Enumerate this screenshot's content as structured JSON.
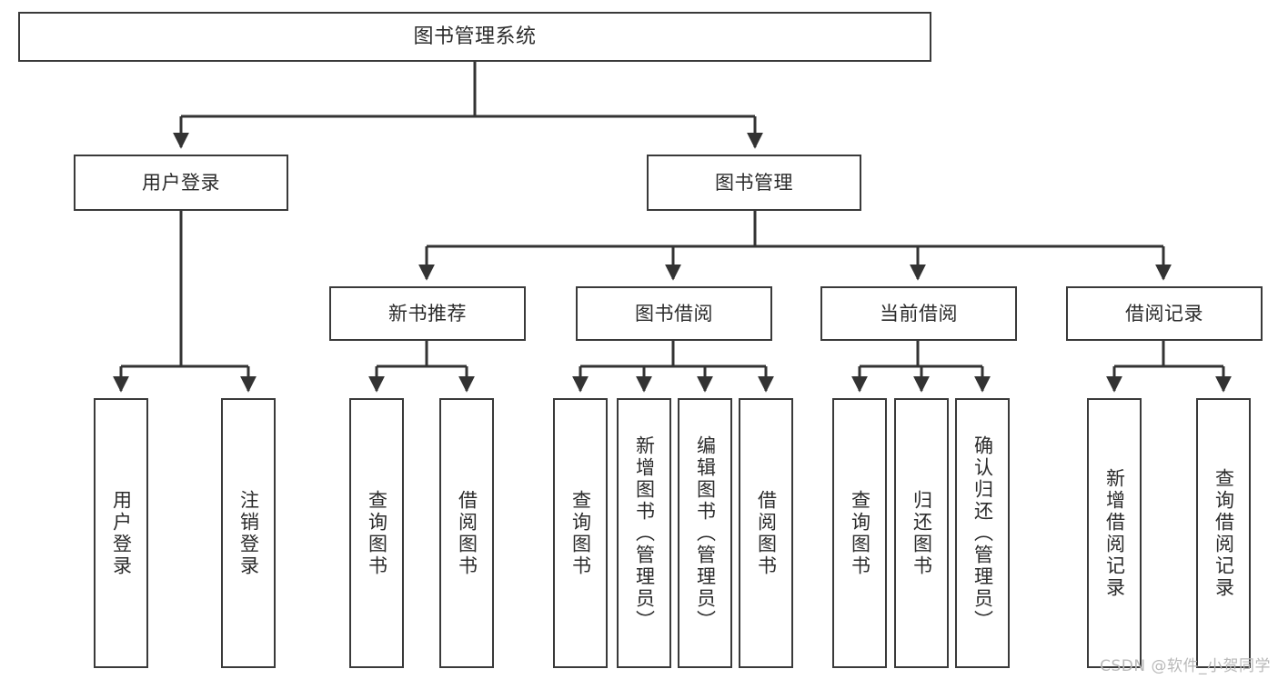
{
  "diagram": {
    "title": "图书管理系统",
    "type": "tree",
    "theme": {
      "background": "#ffffff",
      "box_border": "#3a3a3a",
      "box_fill": "#ffffff",
      "text": "#2b2b2b",
      "connector": "#333333",
      "watermark": "#b9b9b9"
    },
    "watermark": "CSDN @软件_小贺同学",
    "levels": {
      "root": {
        "label": "图书管理系统"
      },
      "level2": [
        {
          "label": "用户登录"
        },
        {
          "label": "图书管理"
        }
      ],
      "level3": [
        {
          "label": "新书推荐"
        },
        {
          "label": "图书借阅"
        },
        {
          "label": "当前借阅"
        },
        {
          "label": "借阅记录"
        }
      ],
      "leaves": {
        "user_login": [
          {
            "label": "用户登录"
          },
          {
            "label": "注销登录"
          }
        ],
        "new_book": [
          {
            "label": "查询图书"
          },
          {
            "label": "借阅图书"
          }
        ],
        "book_borrow": [
          {
            "label": "查询图书"
          },
          {
            "label": "新增图书（管理员）"
          },
          {
            "label": "编辑图书（管理员）"
          },
          {
            "label": "借阅图书"
          }
        ],
        "current_borrow": [
          {
            "label": "查询图书"
          },
          {
            "label": "归还图书"
          },
          {
            "label": "确认归还（管理员）"
          }
        ],
        "borrow_record": [
          {
            "label": "新增借阅记录"
          },
          {
            "label": "查询借阅记录"
          }
        ]
      }
    }
  }
}
